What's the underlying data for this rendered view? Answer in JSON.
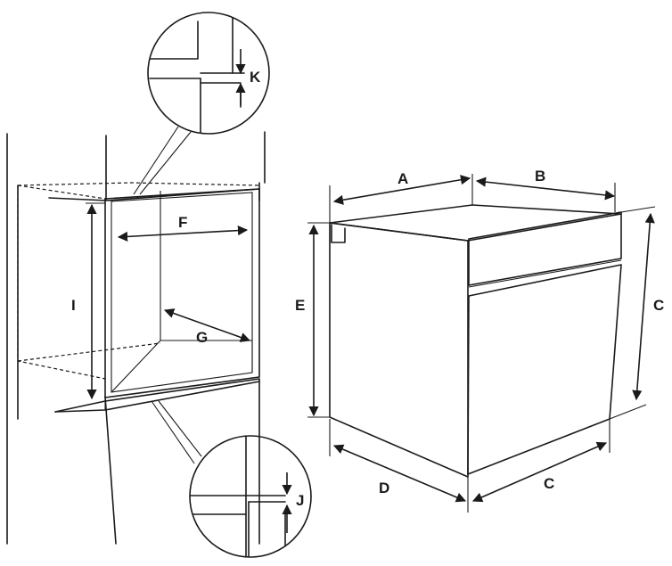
{
  "labels": {
    "A": "A",
    "B": "B",
    "C_height": "C",
    "C_depth": "C",
    "D": "D",
    "E": "E",
    "F": "F",
    "G": "G",
    "I": "I",
    "J": "J",
    "K": "K"
  },
  "colors": {
    "line": "#1a1a1a",
    "steel_light": "#f4f4f4",
    "steel_mid": "#b8b8b8",
    "steel_dark": "#5e5e5e"
  }
}
